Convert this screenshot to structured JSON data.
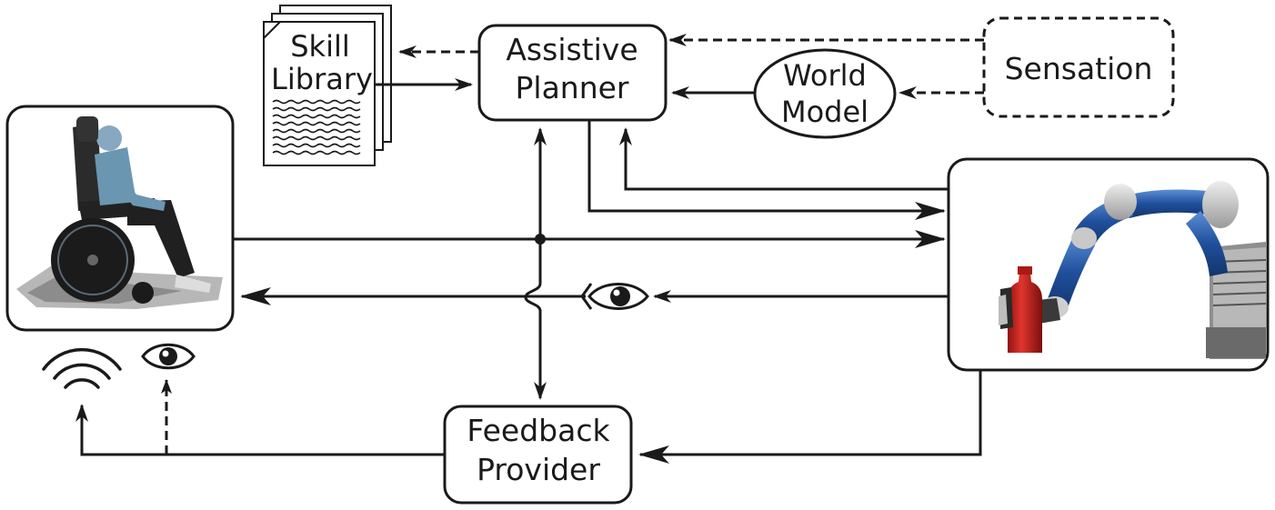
{
  "nodes": {
    "skill_library": {
      "line1": "Skill",
      "line2": "Library"
    },
    "assistive_planner": {
      "line1": "Assistive",
      "line2": "Planner"
    },
    "world_model": {
      "line1": "World",
      "line2": "Model"
    },
    "sensation": {
      "label": "Sensation"
    },
    "feedback_provider": {
      "line1": "Feedback",
      "line2": "Provider"
    },
    "user_image": {
      "depicts": "person seated in power wheelchair"
    },
    "robot_image": {
      "depicts": "robotic arm grasping red bottle"
    }
  },
  "icons": {
    "audio": "wireless-signal-icon",
    "visual_user": "eye-icon",
    "visual_observation": "eye-icon"
  },
  "colors": {
    "stroke": "#1a1a1a",
    "robot_blue": "#2a5fae",
    "bottle_red": "#c8201c"
  }
}
